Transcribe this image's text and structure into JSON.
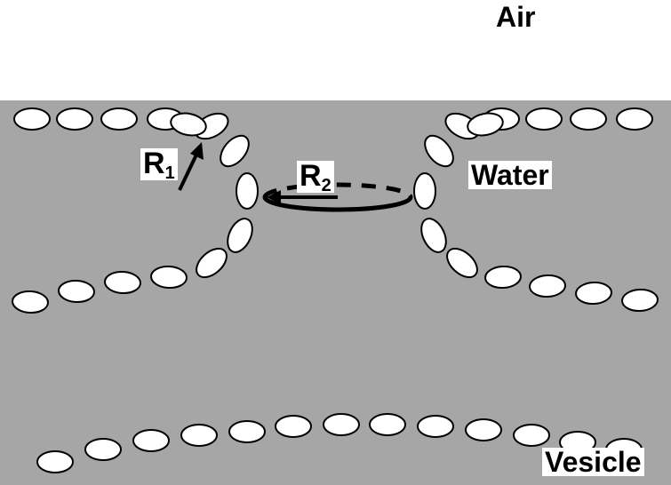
{
  "labels": {
    "air": "Air",
    "water": "Water",
    "vesicle": "Vesicle",
    "r1_main": "R",
    "r1_sub": "1",
    "r2_main": "R",
    "r2_sub": "2"
  },
  "colors": {
    "water": "#a6a6a6",
    "air": "#ffffff",
    "headgroup_fill": "#ffffff",
    "outline": "#000000"
  }
}
